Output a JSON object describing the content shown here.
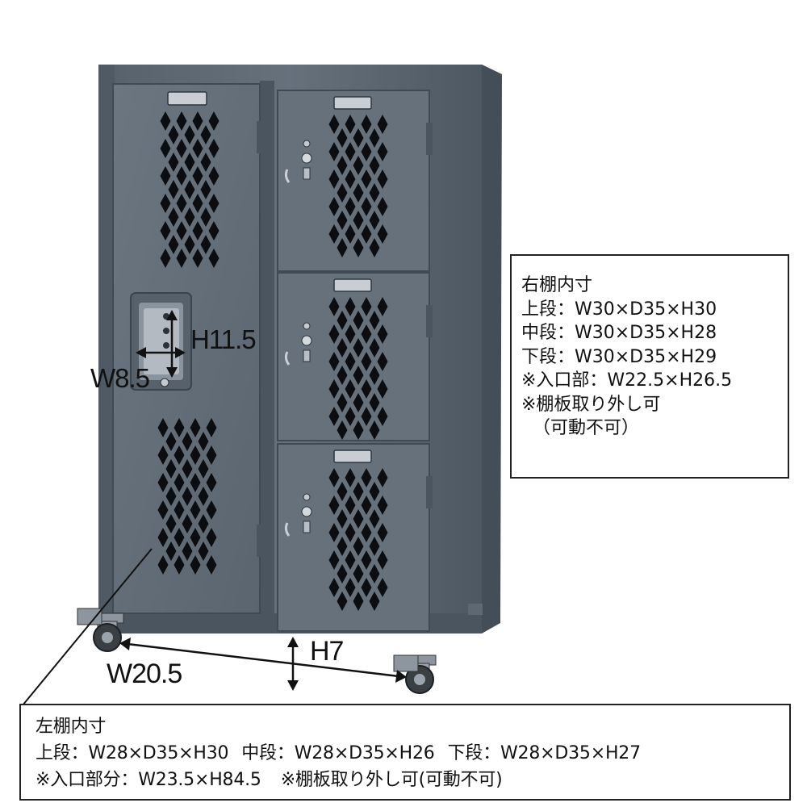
{
  "colors": {
    "cabinet": "#5d6873",
    "cabinet_dark": "#3f4a55",
    "cabinet_light": "#74808b",
    "perforation": "#0b0d10",
    "box_border": "#222222",
    "text": "#111111"
  },
  "icons": [
    "door-handle-icon",
    "lock-icon",
    "caster-wheel-icon",
    "dimension-arrow-icon"
  ],
  "dimension_labels": {
    "handle_height": "H11.5",
    "handle_width": "W8.5",
    "base_width": "W20.5",
    "base_height": "H7"
  },
  "right_box": {
    "title": "右棚内寸",
    "upper": "上段：W30×D35×H30",
    "middle": "中段：W30×D35×H28",
    "lower": "下段：W30×D35×H29",
    "entrance": "※入口部：W22.5×H26.5",
    "shelf_note": "※棚板取り外し可",
    "shelf_note_paren": "（可動不可）"
  },
  "left_box": {
    "title": "左棚内寸",
    "upper": "上段：W28×D35×H30",
    "middle": "中段：W28×D35×H26",
    "lower": "下段：W28×D35×H27",
    "entrance": "※入口部分：W23.5×H84.5",
    "shelf_note": "※棚板取り外し可(可動不可)"
  }
}
